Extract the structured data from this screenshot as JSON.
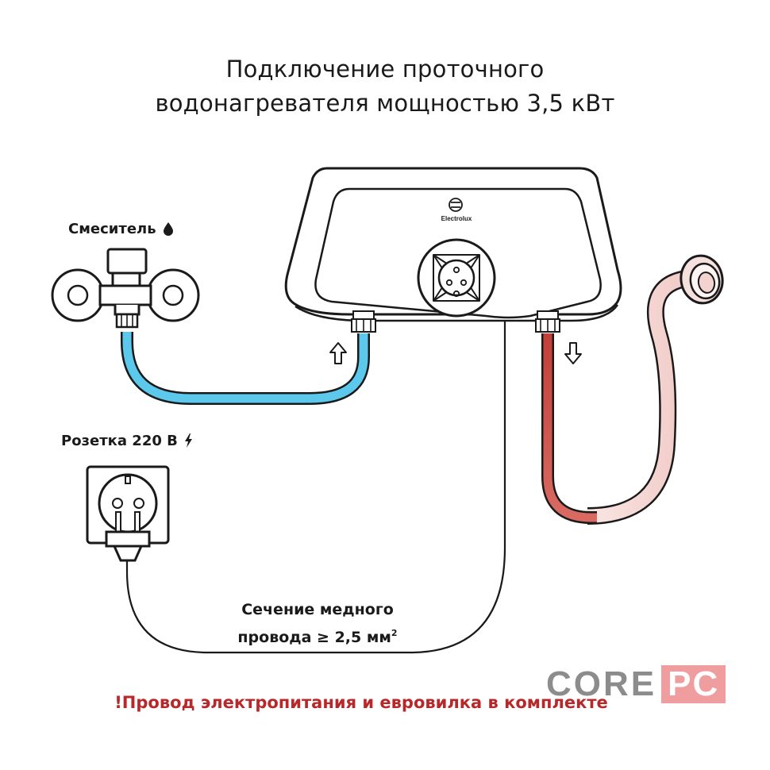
{
  "title": {
    "line1": "Подключение проточного",
    "line2": "водонагревателя мощностью 3,5 кВт"
  },
  "brand": "Electrolux",
  "labels": {
    "mixer": "Смеситель",
    "socket": "Розетка 220 В",
    "wire_line1": "Сечение медного",
    "wire_line2": "провода ≥ 2,5 мм",
    "wire_unit_sup": "2"
  },
  "note": "!Провод электропитания и евровилка в комплекте",
  "watermark": {
    "part1": "CORE",
    "part2": "PC"
  },
  "icons": [
    "water-drop-icon",
    "lightning-icon",
    "arrow-up-icon",
    "arrow-down-icon",
    "electrolux-logo-icon"
  ],
  "colors": {
    "cold_hose": "#5bc8ec",
    "hot_hose": "#c8473f",
    "shower_hose": "#f6d9d6",
    "outline": "#1a1a1a",
    "note_text": "#b8282a",
    "logo_gray": "#8c8c8c",
    "logo_pink": "#ef9d9e"
  }
}
